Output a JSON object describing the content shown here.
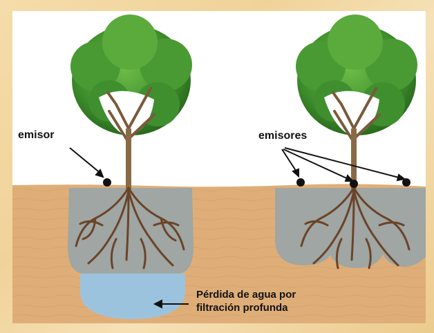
{
  "labels": {
    "emisor": "emisor",
    "emisores": "emisores",
    "perdida_line1": "Pérdida de agua por",
    "perdida_line2": "filtración profunda"
  },
  "colors": {
    "background_frame": "#f3d9a3",
    "soil": "#dfae78",
    "wet_soil": "#9fa6a3",
    "water_loss": "#9cc3de",
    "foliage": "#3f8f2f",
    "trunk": "#7a5a3a"
  }
}
